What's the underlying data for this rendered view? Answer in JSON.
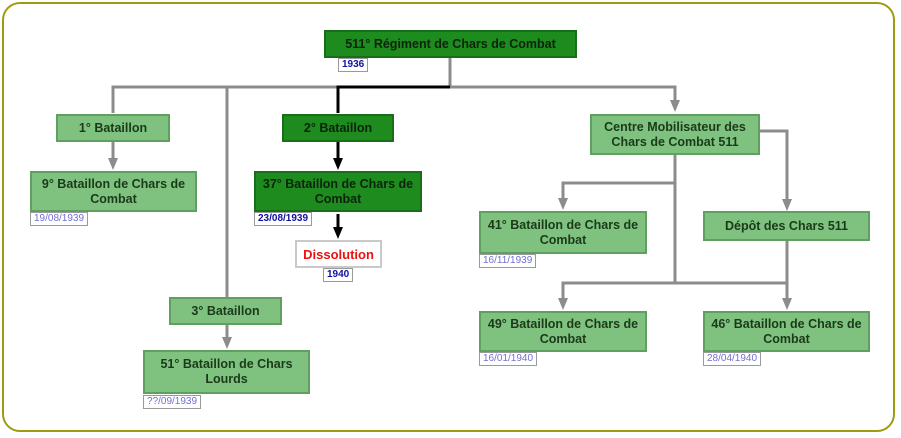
{
  "colors": {
    "frame": "#9c9c0e",
    "light_box": "#7fc17f",
    "dark_box": "#1e8b1e",
    "gray_link": "#8c8c8c",
    "black_link": "#000000",
    "dissolution_text": "#ee1111"
  },
  "nodes": {
    "regiment": {
      "label": "511° Régiment de Chars de Combat",
      "date": "1936"
    },
    "bat1": {
      "label": "1° Bataillon"
    },
    "bat2": {
      "label": "2° Bataillon"
    },
    "bat3": {
      "label": "3° Bataillon"
    },
    "bcc9": {
      "label": "9° Bataillon de Chars de Combat",
      "date": "19/08/1939"
    },
    "bcc37": {
      "label": "37° Bataillon de Chars de Combat",
      "date": "23/08/1939"
    },
    "dissolution": {
      "label": "Dissolution",
      "date": "1940"
    },
    "bcc51": {
      "label": "51° Bataillon de Chars Lourds",
      "date": "??/09/1939"
    },
    "cm511": {
      "label": "Centre Mobilisateur des Chars de Combat 511"
    },
    "bcc41": {
      "label": "41° Bataillon de Chars de Combat",
      "date": "16/11/1939"
    },
    "depot": {
      "label": "Dépôt des Chars 511"
    },
    "bcc49": {
      "label": "49° Bataillon de Chars de Combat",
      "date": "16/01/1940"
    },
    "bcc46": {
      "label": "46° Bataillon de Chars de Combat",
      "date": "28/04/1940"
    }
  }
}
